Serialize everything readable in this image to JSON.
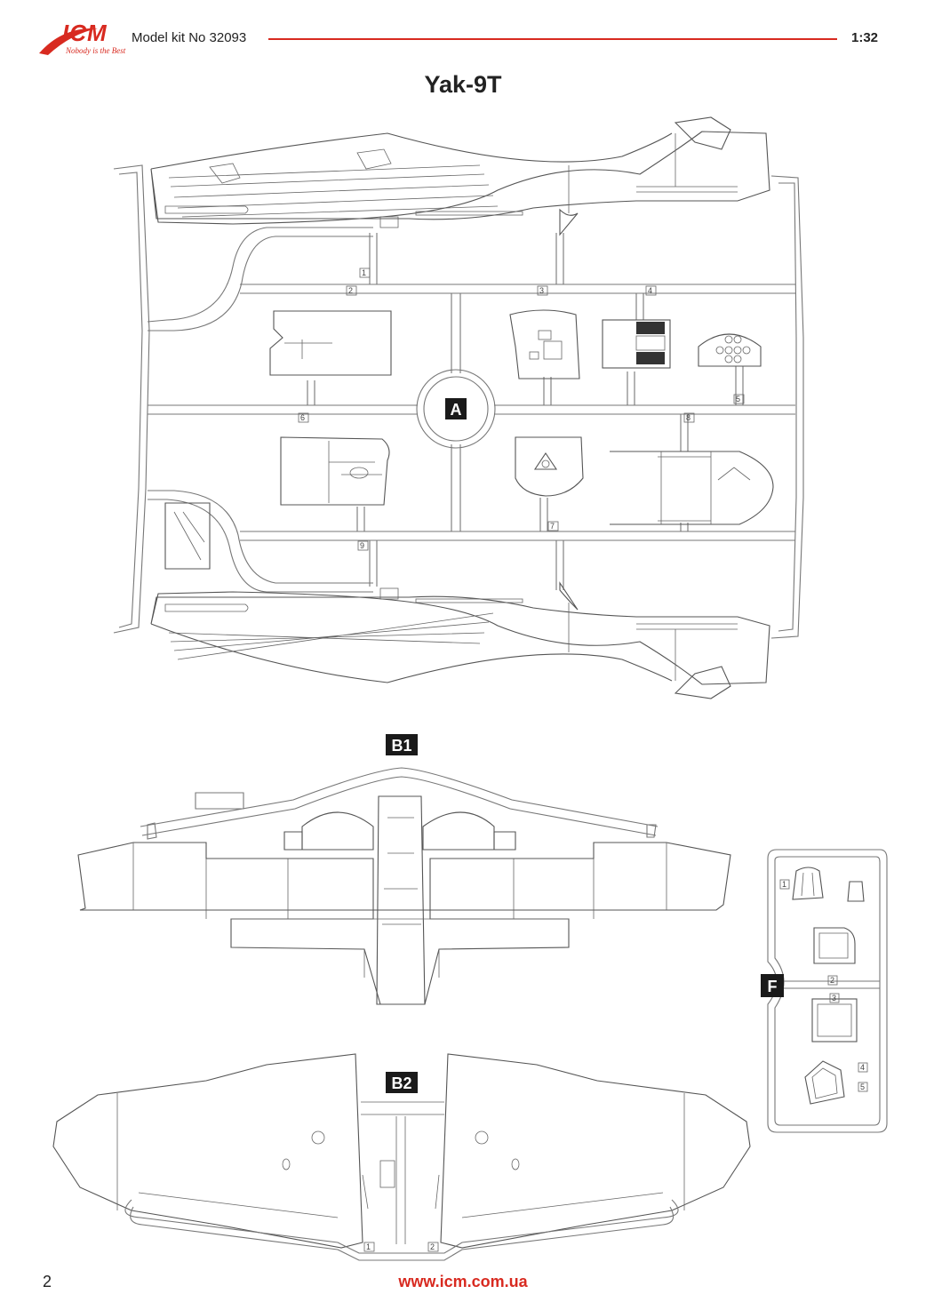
{
  "header": {
    "logo_text": "ICM",
    "logo_tagline": "Nobody is the Best",
    "kit_number": "Model kit No 32093",
    "scale": "1:32"
  },
  "title": "Yak-9T",
  "sprues": {
    "a": {
      "label": "A",
      "parts": [
        "1",
        "2",
        "3",
        "4",
        "5",
        "6",
        "7",
        "8",
        "9"
      ]
    },
    "b1": {
      "label": "B1"
    },
    "b2": {
      "label": "B2",
      "parts": [
        "1",
        "2"
      ]
    },
    "f": {
      "label": "F",
      "parts": [
        "1",
        "2",
        "3",
        "4",
        "5"
      ]
    }
  },
  "footer": {
    "page_number": "2",
    "website": "www.icm.com.ua"
  },
  "colors": {
    "brand_red": "#d82a20",
    "line": "#555555"
  }
}
